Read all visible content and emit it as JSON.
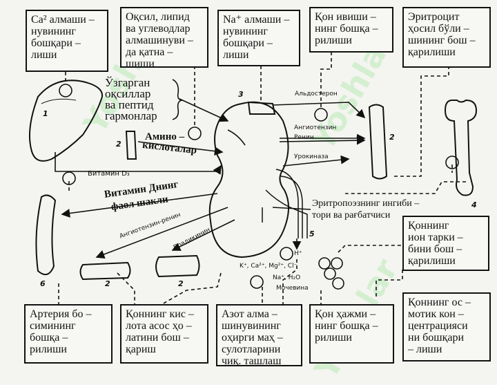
{
  "colors": {
    "ink": "#111111",
    "background": "#f4f4f0",
    "watermark": "#96e696"
  },
  "top_boxes": [
    {
      "text": "Ca² алмаши –\nнувининг\nбошқари –\nлиши"
    },
    {
      "text": "Оқсил, липид\nва углеводлар\nалмашинуви –\nда қатна –\nшиши"
    },
    {
      "text": "Na⁺ алмаши –\nнувининг\nбошқари –\nлиши"
    },
    {
      "text": "Қон ивиши –\nнинг бошқа –\nрилиши"
    },
    {
      "text": "Эритроцит\nҳосил бўли –\nшининг бош –\nқарилиши"
    }
  ],
  "right_box": {
    "text": "Қоннинг\nион тарки –\nбини бош –\nқарилиши"
  },
  "bottom_boxes": [
    {
      "text": "Артерия бо –\nсимининг\nбошқа –\nрилиши"
    },
    {
      "text": "Қоннинг кис –\nлота асос ҳо –\nлатини бош –\nқариш"
    },
    {
      "text": "Азот алма –\nшинувининг\nоҳирги маҳ –\nсулотларини\nчиқ. ташлаш"
    },
    {
      "text": "Қон ҳажми –\nнинг бошқа –\nрилиши"
    },
    {
      "text": "Қоннинг ос –\nмотик кон –\nцентрацияси\nни бошқари\n– лиши"
    }
  ],
  "labels": {
    "used_proteins": "Ўзгарган\nоқсиллар\nва пептид\nгармонлар",
    "amino_acids_1": "Амино –",
    "amino_acids_2": "кислоталар",
    "vitamin_d3": "Витамин D₃",
    "vitamin_d_1": "Витамин Днинг",
    "vitamin_d_2": "фаол шакли",
    "angiotensin_renin": "Ангиотензин-ренин",
    "bradykinin": "Брадикинин",
    "aldosterone": "Альдостерон",
    "angiotensin": "Ангиотензин",
    "renin": "Ренин",
    "urokinase": "Урокиназа",
    "erythropoiesis_1": "Эритропоэзнинг  ингиби –",
    "erythropoiesis_2": "тори ва рағбатчиси",
    "h_plus": "H⁺",
    "ions": "K⁺, Ca²⁺, Mg²⁺, Cl⁻",
    "na_h2o": "Na⁺, H₂O",
    "urea": "Мочевина"
  },
  "numbers": {
    "n1": "1",
    "n2a": "2",
    "n2b": "2",
    "n2c": "2",
    "n2d": "2",
    "n3": "3",
    "n4": "4",
    "n5": "5",
    "n6": "6"
  },
  "watermark_text": "Yoshlar"
}
